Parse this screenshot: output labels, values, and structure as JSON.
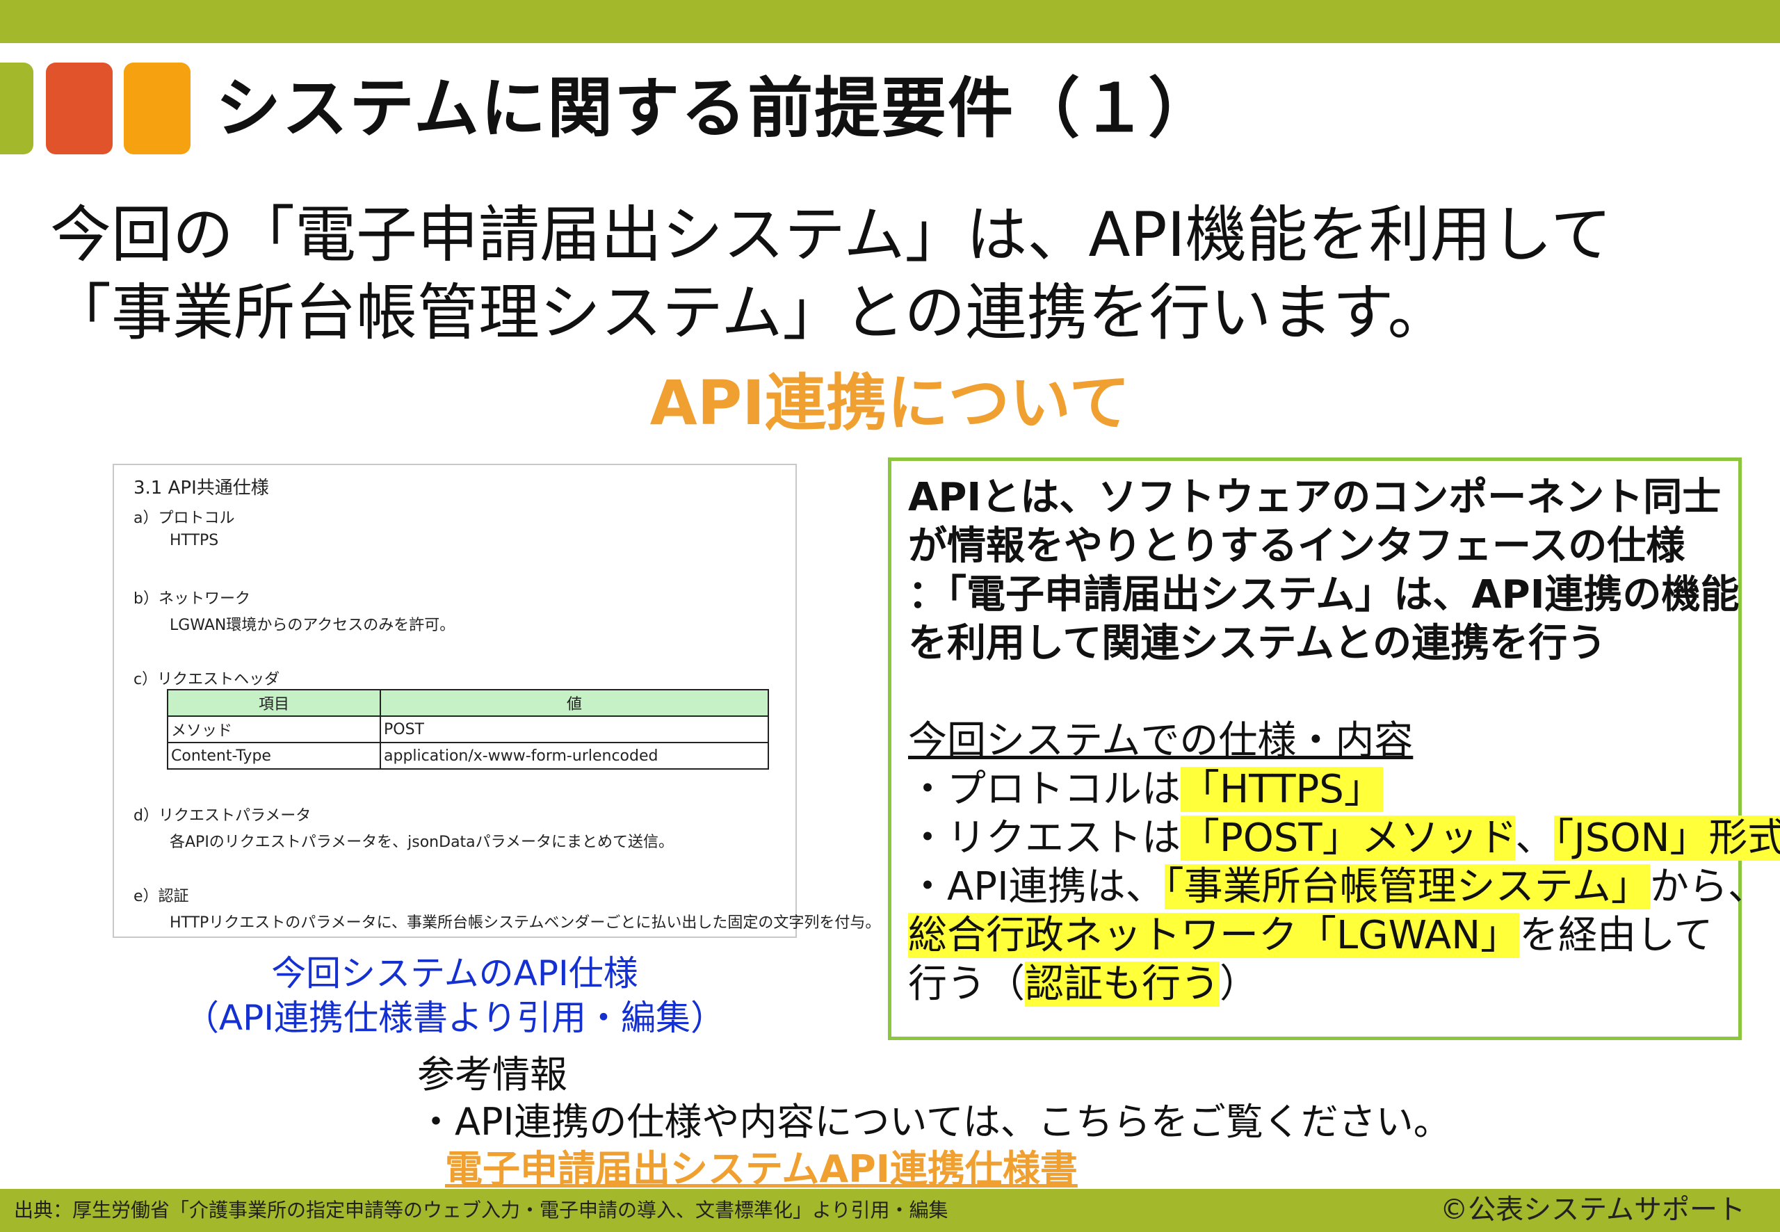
{
  "header": {
    "title": "システムに関する前提要件（１）",
    "colors": {
      "bar": "#a4b82b",
      "red": "#e0532b",
      "orange": "#f6a10f"
    }
  },
  "lead": {
    "line1": "今回の「電子申請届出システム」は、API機能を利用して",
    "line2": "「事業所台帳管理システム」との連携を行います。"
  },
  "subhead": "API連携について",
  "spec": {
    "section": "3.1  API共通仕様",
    "a_label": "a）プロトコル",
    "a_value": "HTTPS",
    "b_label": "b）ネットワーク",
    "b_value": "LGWAN環境からのアクセスのみを許可。",
    "c_label": "c）リクエストヘッダ",
    "table": {
      "headers": [
        "項目",
        "値"
      ],
      "rows": [
        [
          "メソッド",
          "POST"
        ],
        [
          "Content-Type",
          "application/x-www-form-urlencoded"
        ]
      ]
    },
    "d_label": "d）リクエストパラメータ",
    "d_value": "各APIのリクエストパラメータを、jsonDataパラメータにまとめて送信。",
    "e_label": "e）認証",
    "e_value": "HTTPリクエストのパラメータに、事業所台帳システムベンダーごとに払い出した固定の文字列を付与。"
  },
  "caption": {
    "line1": "今回システムのAPI仕様",
    "line2": "（API連携仕様書より引用・編集）"
  },
  "definition": {
    "l1": "APIとは、ソフトウェアのコンポーネント同士",
    "l2": "が情報をやりとりするインタフェースの仕様",
    "l3": "：「電子申請届出システム」は、API連携の機能",
    "l4": "を利用して関連システムとの連携を行う",
    "spec_heading": "今回システムでの仕様・内容",
    "p1_pre": "・プロトコルは",
    "p1_hl": "「HTTPS」",
    "p2_pre": "・リクエストは",
    "p2_hl1": "「POST」メソッド",
    "p2_mid": "、",
    "p2_hl2": "「JSON」形式",
    "p3_pre": "・API連携は、",
    "p3_hl": "「事業所台帳管理システム」",
    "p3_post": "から、",
    "p4_hl": "総合行政ネットワーク「LGWAN」",
    "p4_post": "を経由して",
    "p5_pre": "行う（",
    "p5_hl": "認証も行う",
    "p5_post": "）"
  },
  "reference": {
    "heading": "参考情報",
    "text": "・API連携の仕様や内容については、こちらをご覧ください。",
    "link": "電子申請届出システムAPI連携仕様書"
  },
  "footer": {
    "source": "出典：厚生労働省「介護事業所の指定申請等のウェブ入力・電子申請の導入、文書標準化」より引用・編集",
    "copyright": "©公表システムサポート"
  }
}
